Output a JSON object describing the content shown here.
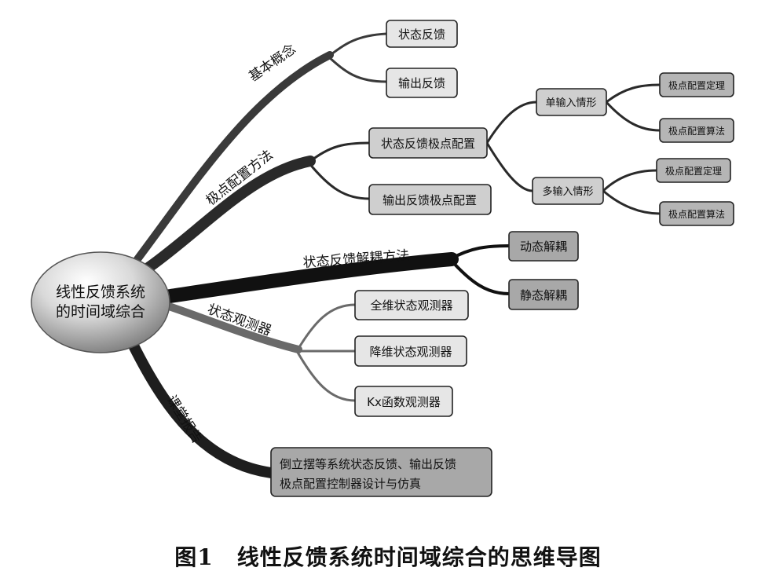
{
  "center": {
    "line1": "线性反馈系统",
    "line2": "的时间域综合"
  },
  "branches": {
    "basic": {
      "label": "基本概念",
      "children": [
        "状态反馈",
        "输出反馈"
      ]
    },
    "pole": {
      "label": "极点配置方法",
      "children": [
        {
          "label": "状态反馈极点配置",
          "sub": [
            {
              "label": "单输入情形",
              "items": [
                "极点配置定理",
                "极点配置算法"
              ]
            },
            {
              "label": "多输入情形",
              "items": [
                "极点配置定理",
                "极点配置算法"
              ]
            }
          ]
        },
        {
          "label": "输出反馈极点配置"
        }
      ]
    },
    "decouple": {
      "label": "状态反馈解耦方法",
      "children": [
        "动态解耦",
        "静态解耦"
      ]
    },
    "observer": {
      "label": "状态观测器",
      "children": [
        "全维状态观测器",
        "降维状态观测器",
        "Kx函数观测器"
      ]
    },
    "report": {
      "label": "课堂报告",
      "item": {
        "line1": "倒立摆等系统状态反馈、输出反馈",
        "line2": "极点配置控制器设计与仿真"
      }
    }
  },
  "caption": {
    "number": "图1",
    "title": "线性反馈系统时间域综合的思维导图"
  }
}
